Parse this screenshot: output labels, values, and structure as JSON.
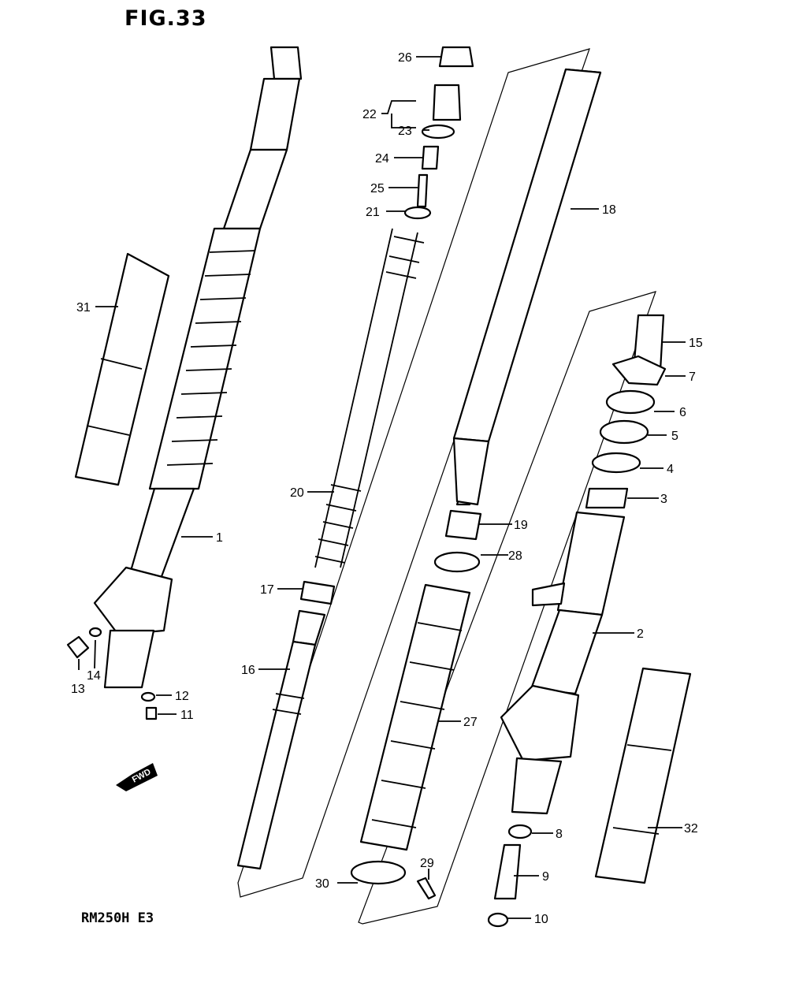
{
  "figure": {
    "title": "FIG.33",
    "model": "RM250H E3",
    "fwd": "FWD"
  },
  "callouts": [
    {
      "n": "1"
    },
    {
      "n": "2"
    },
    {
      "n": "3"
    },
    {
      "n": "4"
    },
    {
      "n": "5"
    },
    {
      "n": "6"
    },
    {
      "n": "7"
    },
    {
      "n": "8"
    },
    {
      "n": "9"
    },
    {
      "n": "10"
    },
    {
      "n": "11"
    },
    {
      "n": "12"
    },
    {
      "n": "13"
    },
    {
      "n": "14"
    },
    {
      "n": "15"
    },
    {
      "n": "16"
    },
    {
      "n": "17"
    },
    {
      "n": "18"
    },
    {
      "n": "19"
    },
    {
      "n": "20"
    },
    {
      "n": "21"
    },
    {
      "n": "22"
    },
    {
      "n": "23"
    },
    {
      "n": "24"
    },
    {
      "n": "25"
    },
    {
      "n": "26"
    },
    {
      "n": "27"
    },
    {
      "n": "28"
    },
    {
      "n": "29"
    },
    {
      "n": "30"
    },
    {
      "n": "31"
    },
    {
      "n": "32"
    }
  ]
}
